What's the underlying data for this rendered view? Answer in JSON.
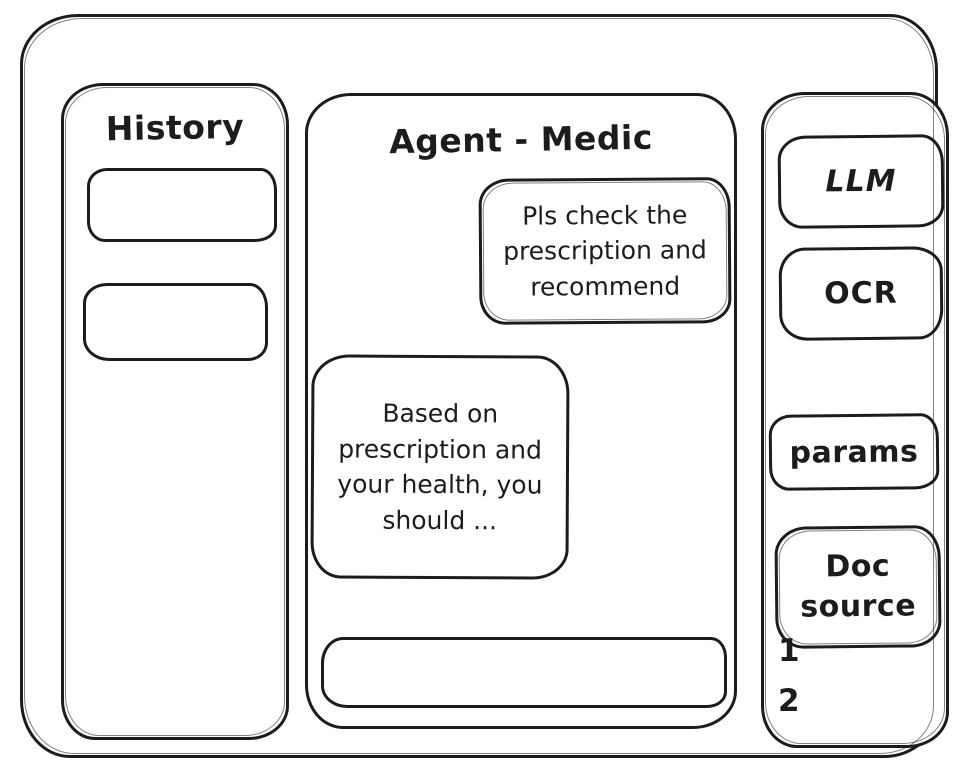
{
  "colors": {
    "stroke": "#1c1c1c",
    "background": "#ffffff"
  },
  "history_panel": {
    "title": "History"
  },
  "chat_panel": {
    "title": "Agent - Medic",
    "user_message": "Pls check the prescription and recommend",
    "agent_message": "Based on prescription and your health, you should ...",
    "input_value": "",
    "input_placeholder": ""
  },
  "tools_panel": {
    "llm_label": "LLM",
    "ocr_label": "OCR",
    "params_label": "params",
    "doc_source_line1": "Doc",
    "doc_source_line2": "source",
    "doc_items": [
      "1",
      "2"
    ]
  }
}
